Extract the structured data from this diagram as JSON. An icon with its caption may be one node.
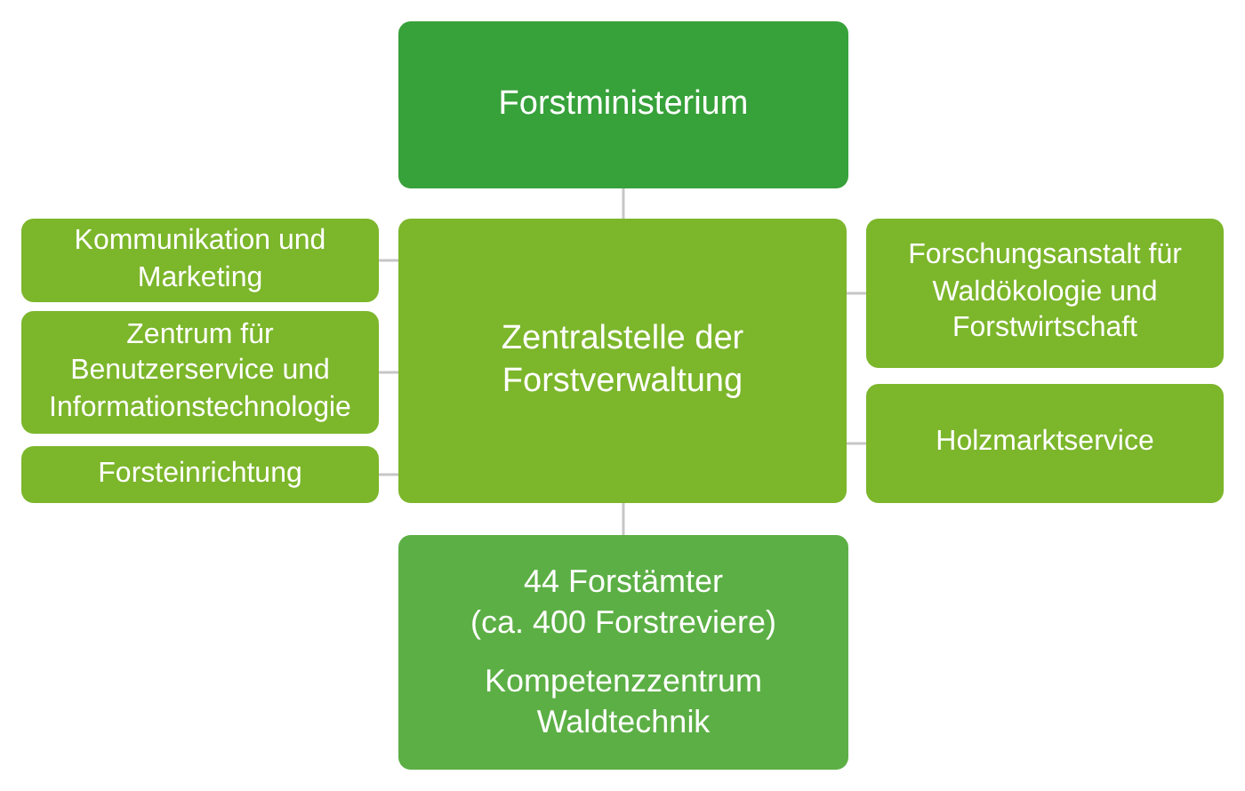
{
  "diagram": {
    "nodes": [
      {
        "text": [
          "Forstministerium"
        ]
      },
      {
        "text": [
          "Zentralstelle der Forstverwaltung"
        ]
      },
      {
        "text": [
          "Kommunikation und Marketing"
        ]
      },
      {
        "text": [
          "Zentrum für Benutzerservice und Informationstechnologie"
        ]
      },
      {
        "text": [
          "Forsteinrichtung"
        ]
      },
      {
        "text": [
          "Forschungsanstalt für Waldökologie und Forstwirtschaft"
        ]
      },
      {
        "text": [
          "Holzmarktservice"
        ]
      },
      {
        "text": [
          "44 Forstämter (ca. 400 Forstreviere)",
          "Kompetenzzentrum Waldtechnik"
        ]
      }
    ],
    "edges": [
      {
        "from": 0,
        "to": 1,
        "arrow": "none"
      },
      {
        "from": 2,
        "to": 1,
        "arrow": "none"
      },
      {
        "from": 3,
        "to": 1,
        "arrow": "none"
      },
      {
        "from": 4,
        "to": 1,
        "arrow": "none"
      },
      {
        "from": 5,
        "to": 1,
        "arrow": "none"
      },
      {
        "from": 6,
        "to": 1,
        "arrow": "none"
      },
      {
        "from": 1,
        "to": 7,
        "arrow": "none"
      }
    ]
  }
}
